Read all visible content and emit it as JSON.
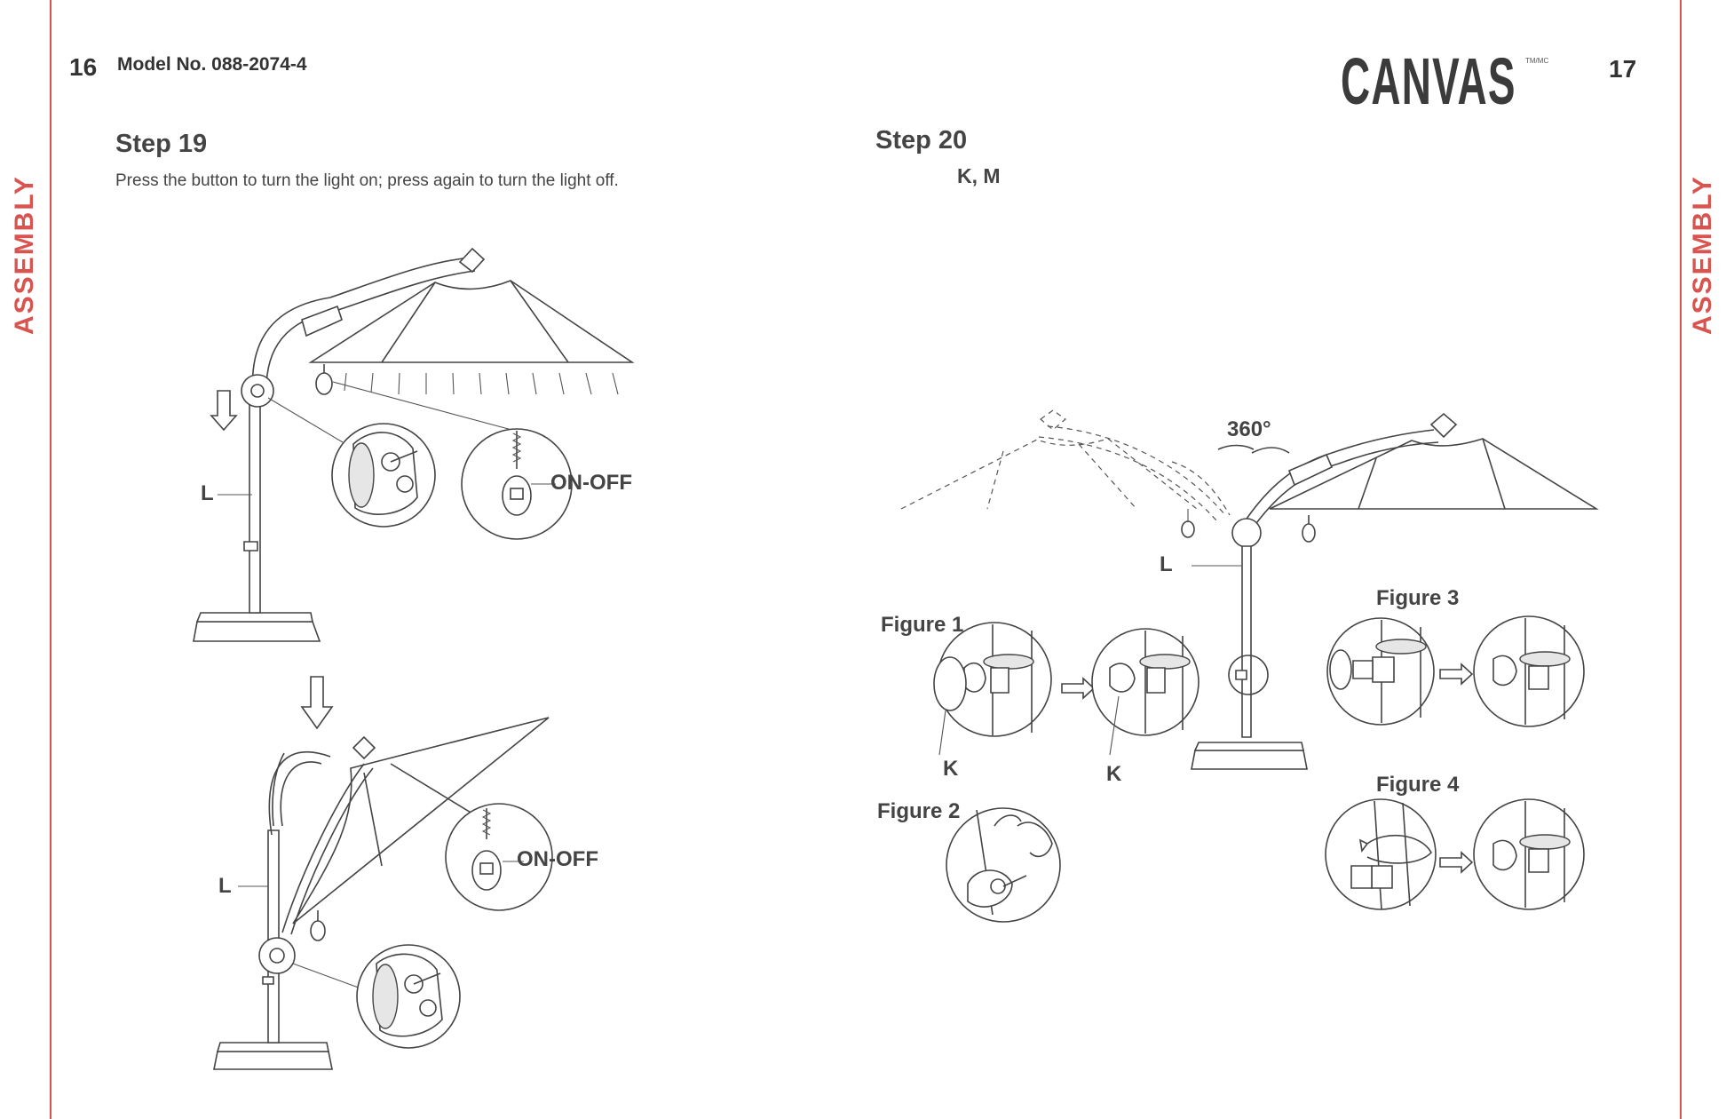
{
  "left_page": {
    "side_label": "ASSEMBLY",
    "page_number": "16",
    "model_number": "Model No. 088-2074-4",
    "step": {
      "title": "Step 19",
      "description": "Press the button to turn the light on; press again to turn the light off."
    },
    "callouts": {
      "switch_top": "ON-OFF",
      "switch_bottom": "ON-OFF",
      "pole_top": "L",
      "pole_bottom": "L"
    }
  },
  "right_page": {
    "side_label": "ASSEMBLY",
    "page_number": "17",
    "brand": "CANVAS",
    "brand_tm": "TM/MC",
    "step": {
      "title": "Step 20",
      "parts": "K, M"
    },
    "rotation": "360°",
    "callouts": {
      "pole": "L",
      "knob_1": "K",
      "knob_2": "K"
    },
    "figures": {
      "figure_1": "Figure 1",
      "figure_2": "Figure 2",
      "figure_3": "Figure 3",
      "figure_4": "Figure 4"
    }
  },
  "colors": {
    "accent": "#d9534f",
    "text": "#444444",
    "line": "#444444"
  }
}
